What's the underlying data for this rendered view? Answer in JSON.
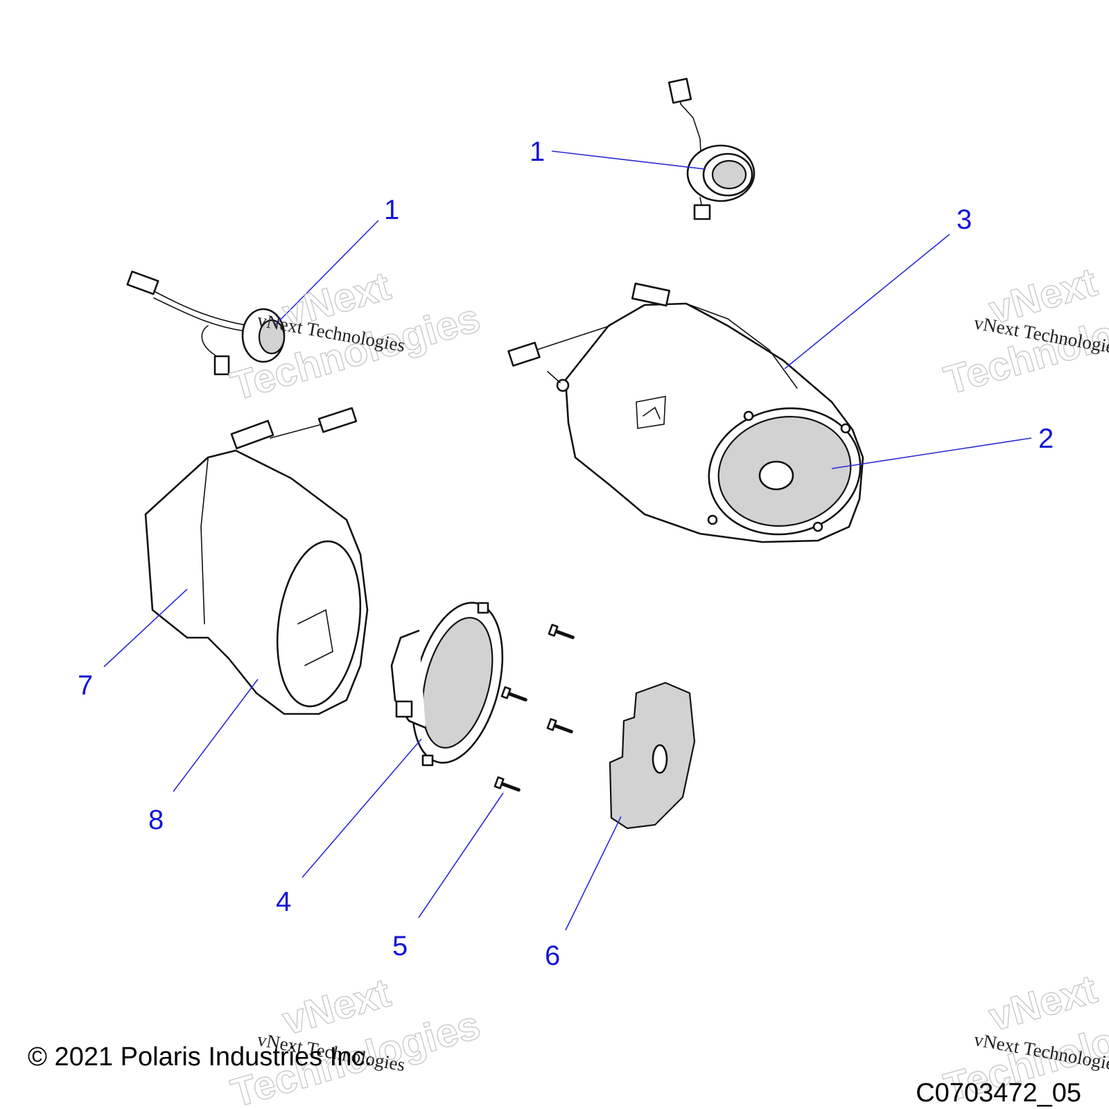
{
  "callouts": {
    "c1a": "1",
    "c1b": "1",
    "c2": "2",
    "c3": "3",
    "c4": "4",
    "c5": "5",
    "c6": "6",
    "c7": "7",
    "c8": "8"
  },
  "watermark": {
    "large_line1": "vNext",
    "large_line2": "Technologies",
    "small": "vNext Technologies"
  },
  "footer": {
    "copyright": "© 2021 Polaris Industries Inc.",
    "figure_id": "C0703472_05"
  }
}
